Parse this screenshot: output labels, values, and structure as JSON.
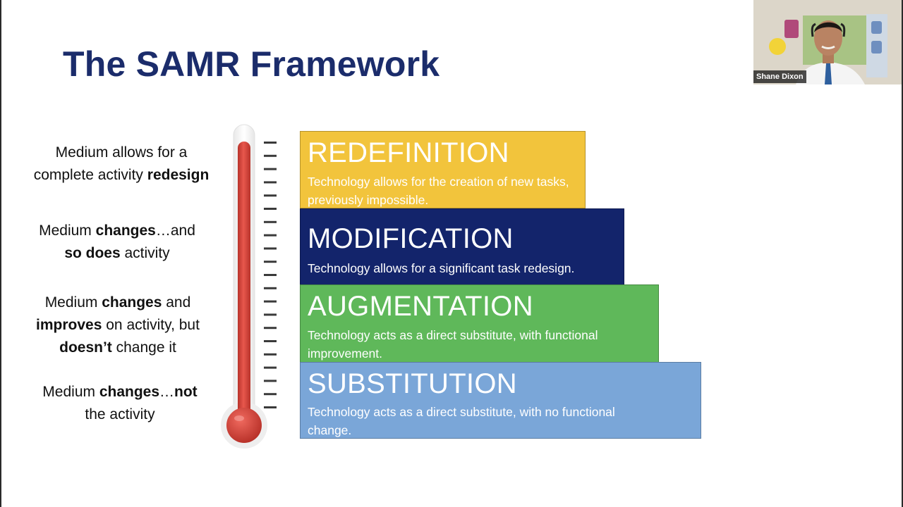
{
  "slide": {
    "title": "The SAMR Framework"
  },
  "descriptions": [
    {
      "id": "redefinition",
      "lines": [
        [
          {
            "t": "Medium allows for a",
            "b": false
          }
        ],
        [
          {
            "t": "complete activity ",
            "b": false
          },
          {
            "t": "redesign",
            "b": true
          }
        ]
      ]
    },
    {
      "id": "modification",
      "lines": [
        [
          {
            "t": "Medium ",
            "b": false
          },
          {
            "t": "changes",
            "b": true
          },
          {
            "t": "…and",
            "b": false
          }
        ],
        [
          {
            "t": "so does",
            "b": true
          },
          {
            "t": " activity",
            "b": false
          }
        ]
      ]
    },
    {
      "id": "augmentation",
      "lines": [
        [
          {
            "t": "Medium ",
            "b": false
          },
          {
            "t": "changes",
            "b": true
          },
          {
            "t": " and",
            "b": false
          }
        ],
        [
          {
            "t": "improves",
            "b": true
          },
          {
            "t": " on activity, but",
            "b": false
          }
        ],
        [
          {
            "t": "doesn’t",
            "b": true
          },
          {
            "t": " change it",
            "b": false
          }
        ]
      ]
    },
    {
      "id": "substitution",
      "lines": [
        [
          {
            "t": "Medium ",
            "b": false
          },
          {
            "t": "changes",
            "b": true
          },
          {
            "t": "…",
            "b": false
          },
          {
            "t": "not",
            "b": true
          }
        ],
        [
          {
            "t": "the activity",
            "b": false
          }
        ]
      ]
    }
  ],
  "levels": [
    {
      "id": "redefinition",
      "name": "REDEFINITION",
      "description": "Technology allows for the creation of new tasks, previously impossible.",
      "color": "#f2c43c",
      "text_color": "#ffffff"
    },
    {
      "id": "modification",
      "name": "MODIFICATION",
      "description": "Technology allows for a significant task redesign.",
      "color": "#13246b",
      "text_color": "#ffffff"
    },
    {
      "id": "augmentation",
      "name": "AUGMENTATION",
      "description": "Technology acts as a direct substitute, with functional improvement.",
      "color": "#5fb85a",
      "text_color": "#ffffff"
    },
    {
      "id": "substitution",
      "name": "SUBSTITUTION",
      "description": "Technology acts as a direct substitute, with no functional change.",
      "color": "#7aa6d8",
      "text_color": "#ffffff"
    }
  ],
  "thermometer": {
    "mercury_color": "#d9453b",
    "tick_count": 21
  },
  "webcam": {
    "participant_name": "Shane Dixon"
  }
}
